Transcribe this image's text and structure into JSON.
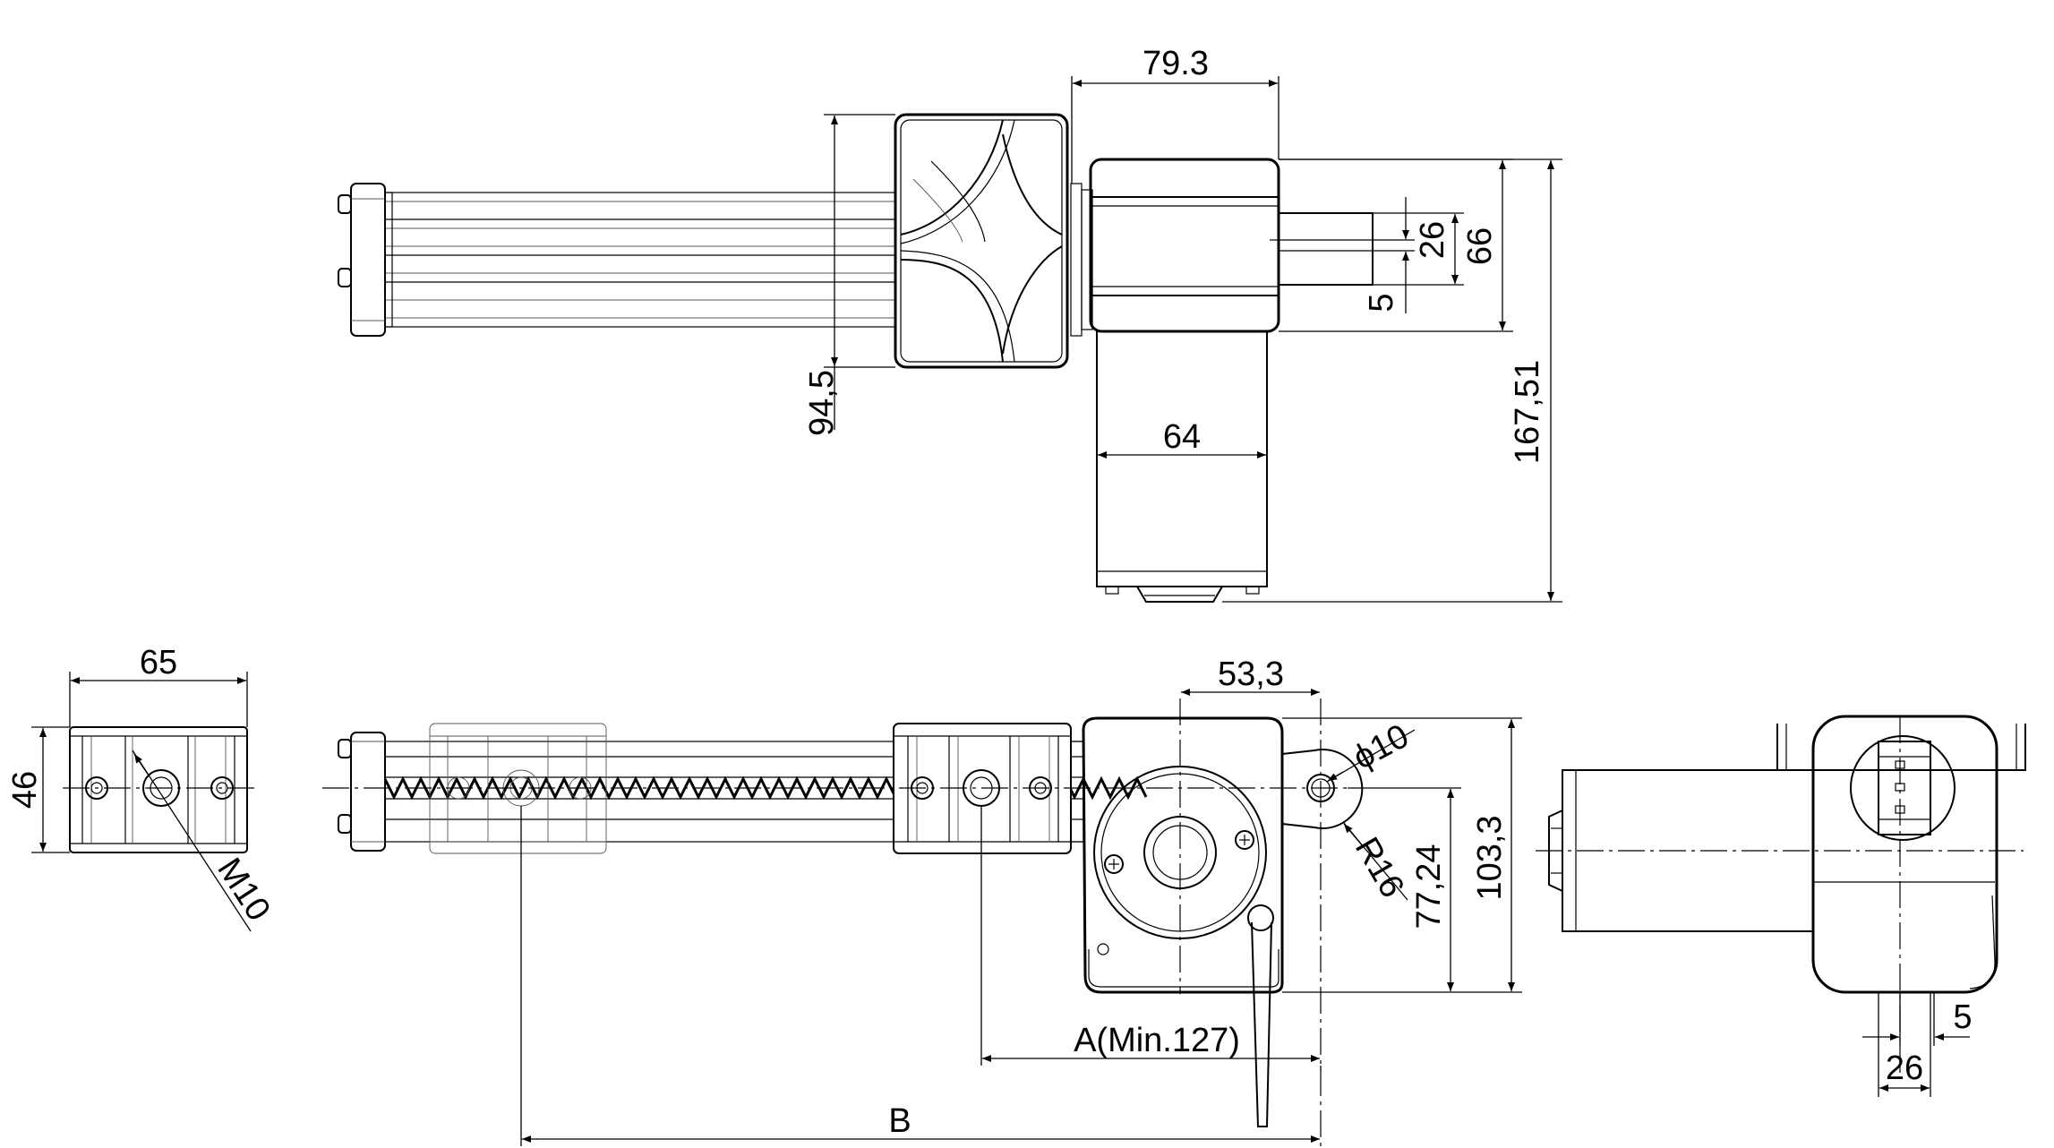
{
  "dimensions": {
    "top_width": "79.3",
    "shaft_26": "26",
    "shaft_5": "5",
    "height_66": "66",
    "cover_94": "94,5",
    "motor_64": "64",
    "total_167": "167,51",
    "end_width": "65",
    "end_height": "46",
    "thread": "M10",
    "offset_53": "53,3",
    "hole_dia": "ϕ10",
    "radius": "R16",
    "height_77": "77,24",
    "height_103": "103,3",
    "stroke_a": "A(Min.127)",
    "length_b": "B",
    "side_5": "5",
    "side_26": "26"
  }
}
